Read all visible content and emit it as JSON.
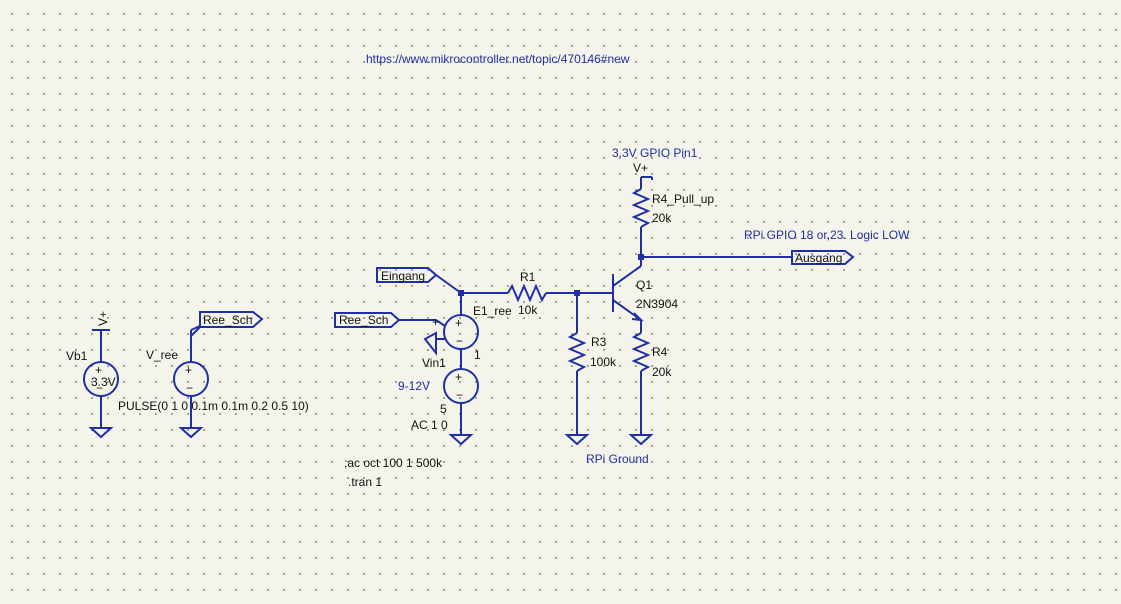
{
  "url_comment": "https://www.mikrocontroller.net/topic/470146#new",
  "supply_comment": "3.3V GPIO Pin1",
  "output_comment": "RPi GPIO 18 or,23. Logic LOW",
  "ground_comment": "RPi Ground",
  "input_comment": "9-12V",
  "labels": {
    "eingang": "Eingang",
    "ree_sch_left": "Ree_Sch",
    "ree_sch_right": "Ree_Sch",
    "ausgang": "Ausgang",
    "vplus_top": "V+",
    "vplus_left": "V+"
  },
  "components": {
    "vb1": {
      "name": "Vb1",
      "value": "3.3V"
    },
    "v_ree": {
      "name": "V_ree",
      "value": "PULSE(0 1 0 0.1m 0.1m 0.2 0.5 10)"
    },
    "e1": {
      "name": "E1_ree",
      "gain": "1"
    },
    "vin1": {
      "name": "Vin1",
      "value": "5",
      "ac": "AC 1 0"
    },
    "r1": {
      "name": "R1",
      "value": "10k"
    },
    "r3": {
      "name": "R3",
      "value": "100k"
    },
    "r4": {
      "name": "R4",
      "value": "20k"
    },
    "r4_pull": {
      "name": "R4_Pull_up",
      "value": "20k"
    },
    "q1": {
      "name": "Q1",
      "value": "2N3904"
    }
  },
  "directives": {
    "ac": ";ac oct 100 1 500k",
    "tran": ".tran 1"
  },
  "colors": {
    "wire": "#1f2fa8",
    "background": "#f5f4eb",
    "text": "#111111"
  }
}
